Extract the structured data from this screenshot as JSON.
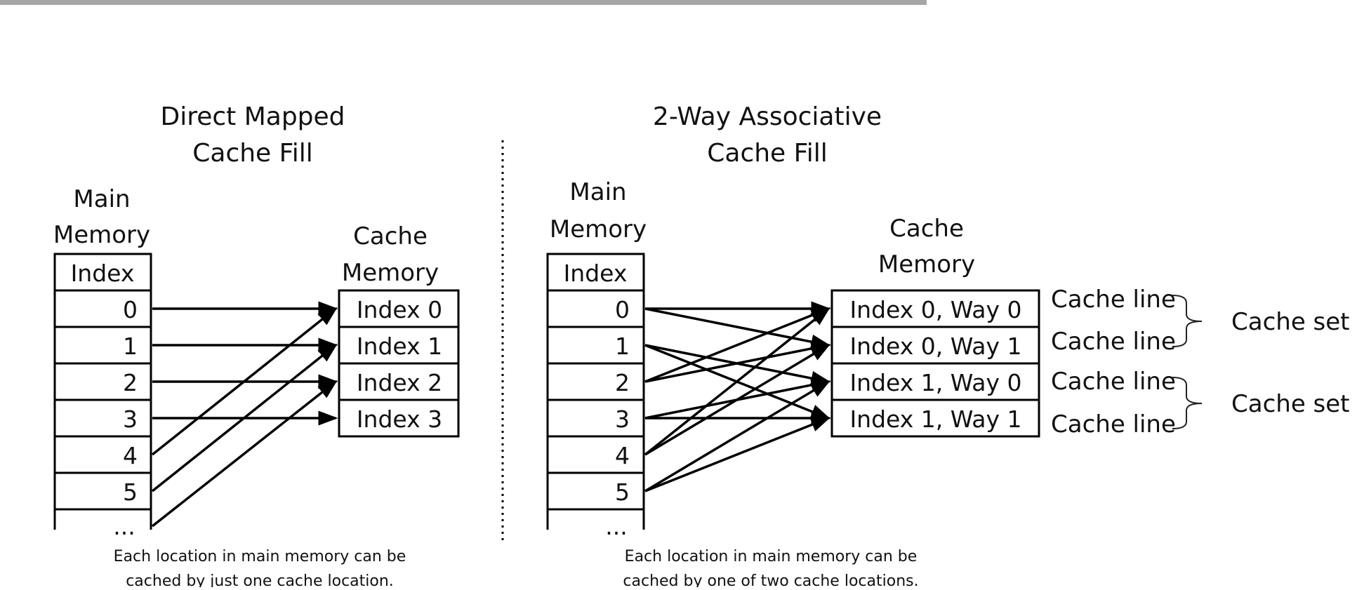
{
  "direct": {
    "title_line1": "Direct Mapped",
    "title_line2": "Cache Fill",
    "main_header_line1": "Main",
    "main_header_line2": "Memory",
    "index_header": "Index",
    "cache_header_line1": "Cache",
    "cache_header_line2": "Memory",
    "main_rows": [
      "0",
      "1",
      "2",
      "3",
      "4",
      "5"
    ],
    "cache_rows": [
      "Index 0",
      "Index 1",
      "Index 2",
      "Index 3"
    ],
    "ellipsis": "...",
    "caption_line1": "Each location in main memory can be",
    "caption_line2": "cached by just one cache location.",
    "mapping": [
      [
        0,
        0
      ],
      [
        1,
        1
      ],
      [
        2,
        2
      ],
      [
        3,
        3
      ],
      [
        4,
        0
      ],
      [
        5,
        1
      ],
      [
        6,
        2
      ]
    ]
  },
  "twoway": {
    "title_line1": "2-Way Associative",
    "title_line2": "Cache Fill",
    "main_header_line1": "Main",
    "main_header_line2": "Memory",
    "index_header": "Index",
    "cache_header_line1": "Cache",
    "cache_header_line2": "Memory",
    "main_rows": [
      "0",
      "1",
      "2",
      "3",
      "4",
      "5"
    ],
    "cache_rows": [
      "Index 0, Way 0",
      "Index 0, Way 1",
      "Index 1, Way 0",
      "Index 1, Way 1"
    ],
    "ellipsis": "...",
    "caption_line1": "Each location in main memory can be",
    "caption_line2": "cached by one of two cache locations.",
    "line_labels": [
      "Cache line",
      "Cache line",
      "Cache line",
      "Cache line"
    ],
    "set_labels": [
      "Cache set",
      "Cache set"
    ],
    "mapping": [
      [
        0,
        0
      ],
      [
        0,
        1
      ],
      [
        1,
        2
      ],
      [
        1,
        3
      ],
      [
        2,
        0
      ],
      [
        2,
        1
      ],
      [
        3,
        2
      ],
      [
        3,
        3
      ],
      [
        4,
        0
      ],
      [
        4,
        1
      ],
      [
        5,
        2
      ],
      [
        5,
        3
      ]
    ]
  }
}
